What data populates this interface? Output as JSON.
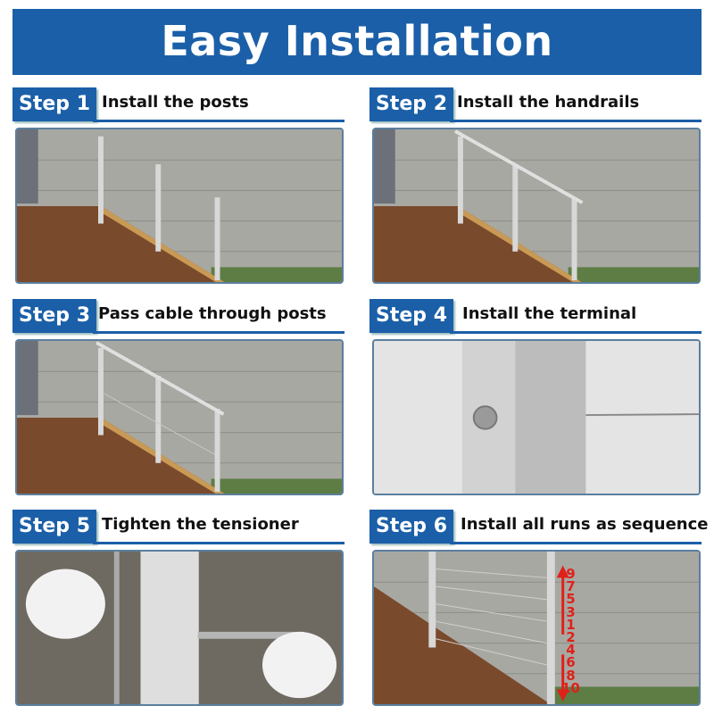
{
  "title": "Easy Installation",
  "steps": [
    {
      "badge": "Step 1",
      "text": "Install the posts"
    },
    {
      "badge": "Step 2",
      "text": "Install the handrails"
    },
    {
      "badge": "Step 3",
      "text": "Pass cable through posts"
    },
    {
      "badge": "Step 4",
      "text": "Install the terminal"
    },
    {
      "badge": "Step 5",
      "text": "Tighten the tensioner"
    },
    {
      "badge": "Step 6",
      "text": "Install all runs as sequence"
    }
  ],
  "sequence": [
    "9",
    "7",
    "5",
    "3",
    "1",
    "2",
    "4",
    "6",
    "8",
    "10"
  ],
  "colors": {
    "brand": "#1b5fa8",
    "arrow": "#e0201a"
  }
}
